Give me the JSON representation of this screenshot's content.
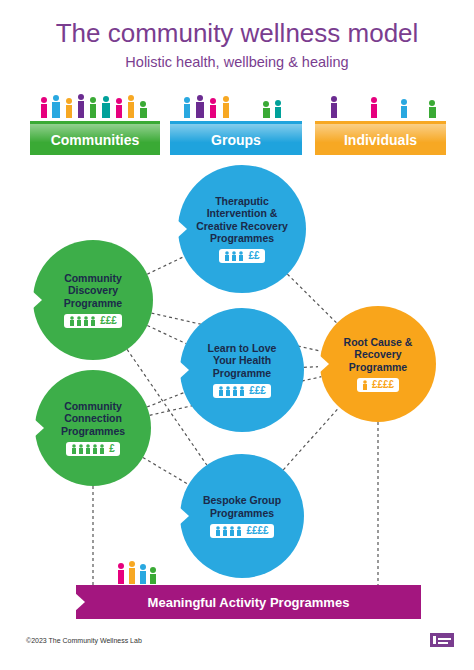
{
  "diagram": {
    "title": "The community wellness model",
    "nodes": [
      {
        "text": [
          "Communities"
        ]
      },
      {
        "text": [
          "Groups"
        ]
      },
      {
        "text": [
          "Individuals"
        ]
      },
      {
        "text": [
          "Theraputic Intervention & Creative Recovery Programmes",
          "££"
        ]
      },
      {
        "text": [
          "Community Discovery Programme",
          "£££"
        ]
      },
      {
        "text": [
          "Learn to Love Your Health Programme",
          "£££"
        ]
      },
      {
        "text": [
          "Root Cause & Recovery Programme",
          "££££"
        ]
      },
      {
        "text": [
          "Community Connection Programmes",
          "£"
        ]
      },
      {
        "text": [
          "Bespoke Group Programmes",
          "££££"
        ]
      },
      {
        "text": [
          "Meaningful Activity Programmes"
        ]
      }
    ],
    "edges": [
      {
        "from": 4,
        "to": 3,
        "arrow": "none"
      },
      {
        "from": 3,
        "to": 6,
        "arrow": "none"
      },
      {
        "from": 4,
        "to": 6,
        "arrow": "none"
      },
      {
        "from": 4,
        "to": 5,
        "arrow": "none"
      },
      {
        "from": 4,
        "to": 8,
        "arrow": "none"
      },
      {
        "from": 7,
        "to": 5,
        "arrow": "none"
      },
      {
        "from": 7,
        "to": 6,
        "arrow": "none"
      },
      {
        "from": 7,
        "to": 8,
        "arrow": "none"
      },
      {
        "from": 5,
        "to": 6,
        "arrow": "none"
      },
      {
        "from": 8,
        "to": 6,
        "arrow": "none"
      },
      {
        "from": 7,
        "to": 9,
        "arrow": "none"
      },
      {
        "from": 6,
        "to": 9,
        "arrow": "none"
      }
    ],
    "labels": [
      "Holistic health, wellbeing & healing",
      "©2023 The Community Wellness Lab"
    ]
  }
}
